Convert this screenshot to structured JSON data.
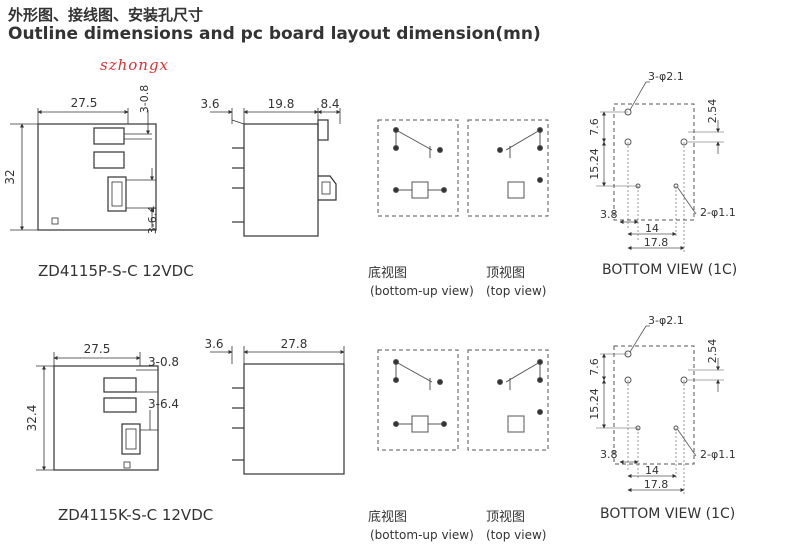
{
  "title_cn": "外形图、接线图、安装孔尺寸",
  "title_en": "Outline dimensions and pc board layout dimension(mn)",
  "watermark": "szhongx",
  "rows": [
    {
      "model": "ZD4115P-S-C 12VDC",
      "front": {
        "width": "27.5",
        "height": "32",
        "pin_top": "3-0.8",
        "pin_bottom": "3-6.4"
      },
      "side": {
        "left": "3.6",
        "body": "19.8",
        "right": "8.4"
      },
      "bottom_caption": "底视图",
      "bottom_sub": "(bottom-up view)",
      "top_caption": "顶视图",
      "top_sub": "(top view)",
      "pcb": {
        "holes_large": "3-φ2.1",
        "holes_small": "2-φ1.1",
        "d_7_6": "7.6",
        "d_2_54": "2.54",
        "d_15_24": "15.24",
        "d_3_8": "3.8",
        "d_14": "14",
        "d_17_8": "17.8"
      },
      "pcb_caption": "BOTTOM VIEW (1C)"
    },
    {
      "model": "ZD4115K-S-C 12VDC",
      "front": {
        "width": "27.5",
        "height": "32.4",
        "pin_top": "3-0.8",
        "pin_bottom": "3-6.4"
      },
      "side": {
        "left": "3.6",
        "body": "27.8"
      },
      "bottom_caption": "底视图",
      "bottom_sub": "(bottom-up view)",
      "top_caption": "顶视图",
      "top_sub": "(top view)",
      "pcb": {
        "holes_large": "3-φ2.1",
        "holes_small": "2-φ1.1",
        "d_7_6": "7.6",
        "d_2_54": "2.54",
        "d_15_24": "15.24",
        "d_3_8": "3.8",
        "d_14": "14",
        "d_17_8": "17.8"
      },
      "pcb_caption": "BOTTOM VIEW (1C)"
    }
  ]
}
